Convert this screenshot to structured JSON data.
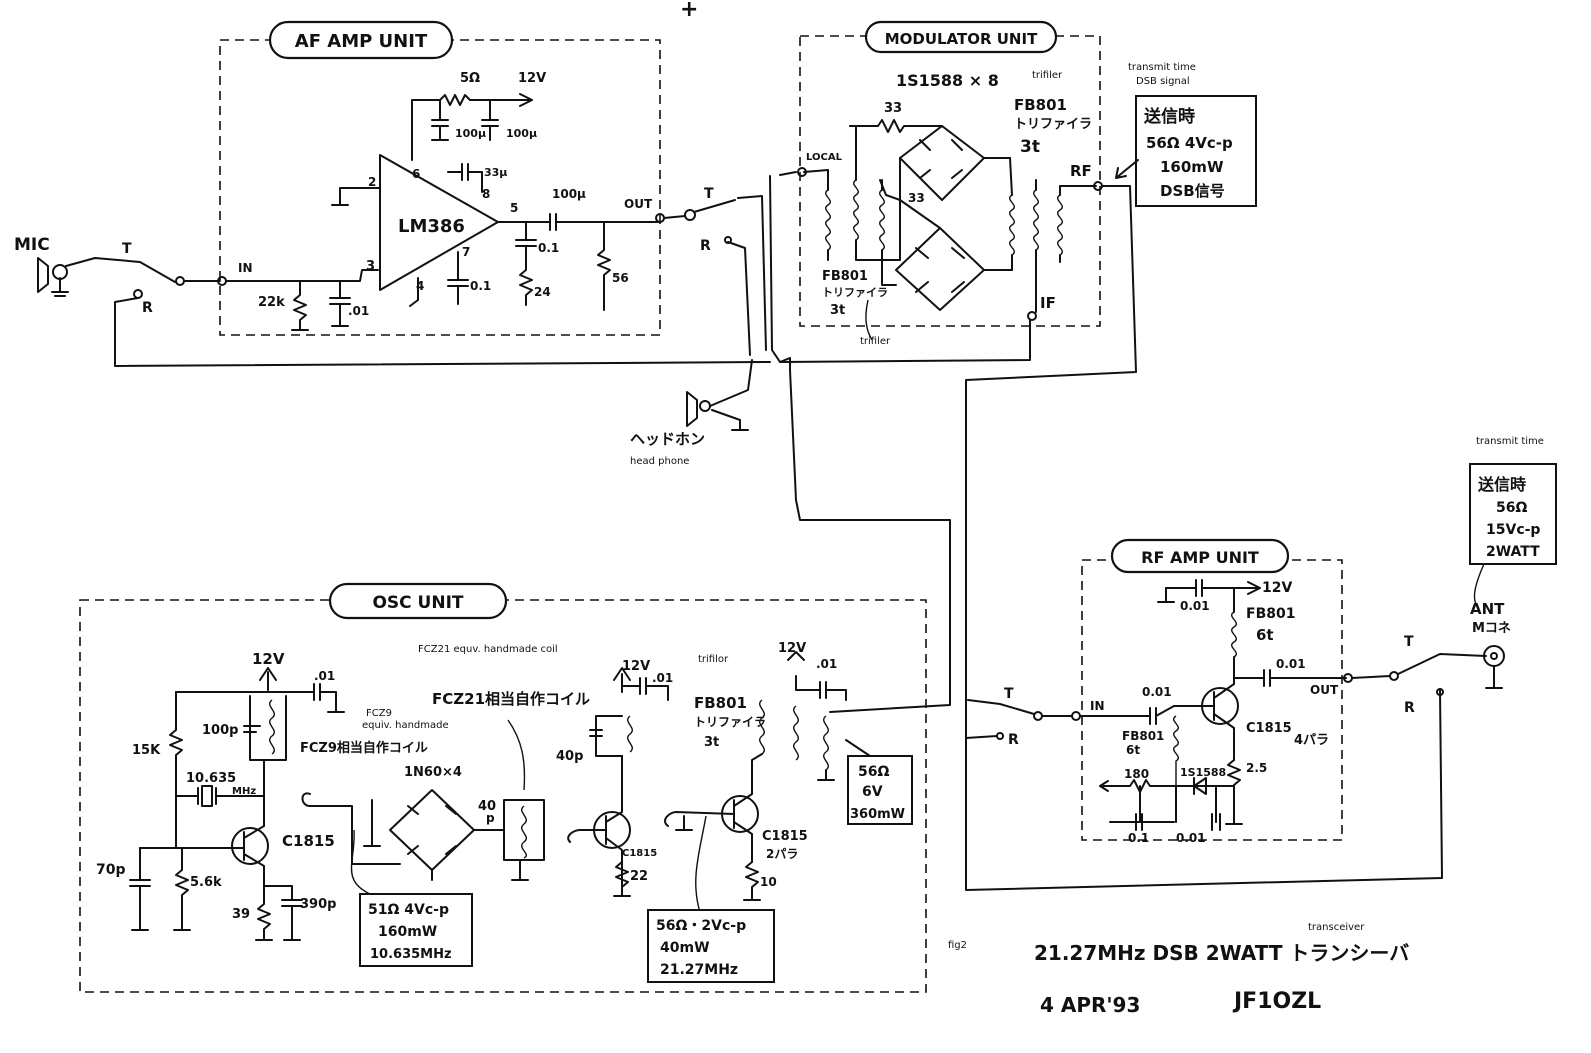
{
  "units": {
    "af": "AF AMP UNIT",
    "modulator": "MODULATOR UNIT",
    "osc": "OSC UNIT",
    "rf": "RF AMP UNIT"
  },
  "af": {
    "mic": "MIC",
    "t": "T",
    "r": "R",
    "in": "IN",
    "ic": "LM386",
    "r22k": "22k",
    "c01": ".01",
    "r5": "5Ω",
    "v12": "12V",
    "c100a": "100μ",
    "c100b": "100μ",
    "c33": "33μ",
    "c100out": "100μ",
    "out": "OUT",
    "c01b": "0.1",
    "r24": "24",
    "r56": "56",
    "c01c": "0.1",
    "pin2": "2",
    "pin3": "3",
    "pin4": "4",
    "pin5": "5",
    "pin6": "6",
    "pin7": "7",
    "pin8": "8",
    "t2": "T",
    "r2": "R",
    "headphone_jp": "ヘッドホン",
    "headphone_en": "head phone",
    "plus": "+"
  },
  "modulator": {
    "diodes": "1S1588 × 8",
    "trifiler_top": "trifiler",
    "r33a": "33",
    "r33b": "33",
    "fb801": "FB801",
    "trifilar_jp": "トリファイラ",
    "turns": "3t",
    "local": "LOCAL",
    "rf": "RF",
    "if": "IF",
    "fb801b": "FB801",
    "trifilar_jp_b": "トリファイラ",
    "turns_b": "3t",
    "trifiler_bottom": "trifiler"
  },
  "dsb_note": {
    "title1": "transmit time",
    "title2": "DSB signal",
    "line1": "送信時",
    "line2": "56Ω 4Vc-p",
    "line3": "160mW",
    "line4": "DSB信号"
  },
  "ant_note": {
    "title": "transmit time",
    "line1": "送信時",
    "line2": "56Ω",
    "line3": "15Vc-p",
    "line4": "2WATT"
  },
  "rf": {
    "c001a": "0.01",
    "v12": "12V",
    "fb801": "FB801",
    "turns": "6t",
    "c001b": "0.01",
    "c001c": "0.01",
    "in": "IN",
    "out": "OUT",
    "transistor": "C1815",
    "parallel": "4パラ",
    "fb801b": "FB801",
    "turns_b": "6t",
    "diode": "1S1588",
    "r25": "2.5",
    "r180": "180",
    "c01": "0.1",
    "c001d": "0.01",
    "t": "T",
    "r": "R",
    "t2": "T",
    "r2": "R",
    "ant": "ANT",
    "connector": "Mコネ"
  },
  "osc": {
    "v12": "12V",
    "c01a": ".01",
    "c100p": "100p",
    "fcz9_jp": "FCZ9相当自作コイル",
    "fcz9_en1": "FCZ9",
    "fcz9_en2": "equiv. handmade",
    "r15k": "15K",
    "xtal": "10.635",
    "mhz": "MHz",
    "transistor1": "C1815",
    "c70p": "70p",
    "r56k": "5.6k",
    "r39": "39",
    "c390p": "390p",
    "diodes": "1N60×4",
    "c40p_a": "40",
    "c40p_b": "p",
    "fcz21_en": "FCZ21 equv. handmade coil",
    "fcz21_jp": "FCZ21相当自作コイル",
    "v12b": "12V",
    "c01b": ".01",
    "c40p": "40p",
    "transistor2": "C1815",
    "r22": "22",
    "trifilor": "trifilor",
    "fb801": "FB801",
    "trifilar_jp": "トリファイラ",
    "turns": "3t",
    "v12c": "12V",
    "c01c": ".01",
    "transistor3": "C1815",
    "parallel": "2パラ",
    "r10": "10",
    "box1_l1": "51Ω 4Vc-p",
    "box1_l2": "160mW",
    "box1_l3": "10.635MHz",
    "box2_l1": "56Ω・2Vc-p",
    "box2_l2": "40mW",
    "box2_l3": "21.27MHz",
    "box3_l1": "56Ω",
    "box3_l2": "6V",
    "box3_l3": "360mW"
  },
  "footer": {
    "fig": "fig2",
    "transceiver": "transceiver",
    "title": "21.27MHz DSB 2WATT トランシーバ",
    "date": "4 APR'93",
    "callsign": "JF1OZL"
  }
}
